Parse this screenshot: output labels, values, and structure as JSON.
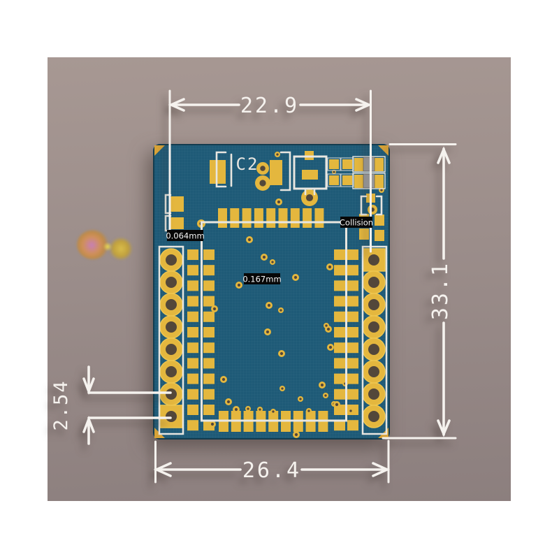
{
  "scene": {
    "type": "PCB module bottom-view render with dimension annotations",
    "page_background": "#ffffff",
    "photo_background_top": "#a79893",
    "photo_background_bottom": "#8c7f7e"
  },
  "board": {
    "designator_c2": "C2",
    "colors": {
      "substrate": "#1e5a77",
      "substrate_edge": "#123c4f",
      "pad": "#e4b73e",
      "pad_bright": "#eec64f",
      "drill_hole": "#53473a",
      "silkscreen": "#e8e6e0",
      "copper_corner": "#d8a338",
      "resistor_body": "#9b9b9c"
    }
  },
  "annotations": {
    "color": "#f5f2ee",
    "top_width": {
      "value": "22.9"
    },
    "right_height": {
      "value": "33.1"
    },
    "bottom_width": {
      "value": "26.4"
    },
    "pin_pitch": {
      "value": "2.54"
    },
    "trace_width_left": {
      "value": "0.064mm"
    },
    "trace_width_center": {
      "value": "0.167mm"
    },
    "collision": {
      "value": "Collision"
    },
    "label_background": "#070707",
    "label_text_color": "#f5f5f5"
  }
}
